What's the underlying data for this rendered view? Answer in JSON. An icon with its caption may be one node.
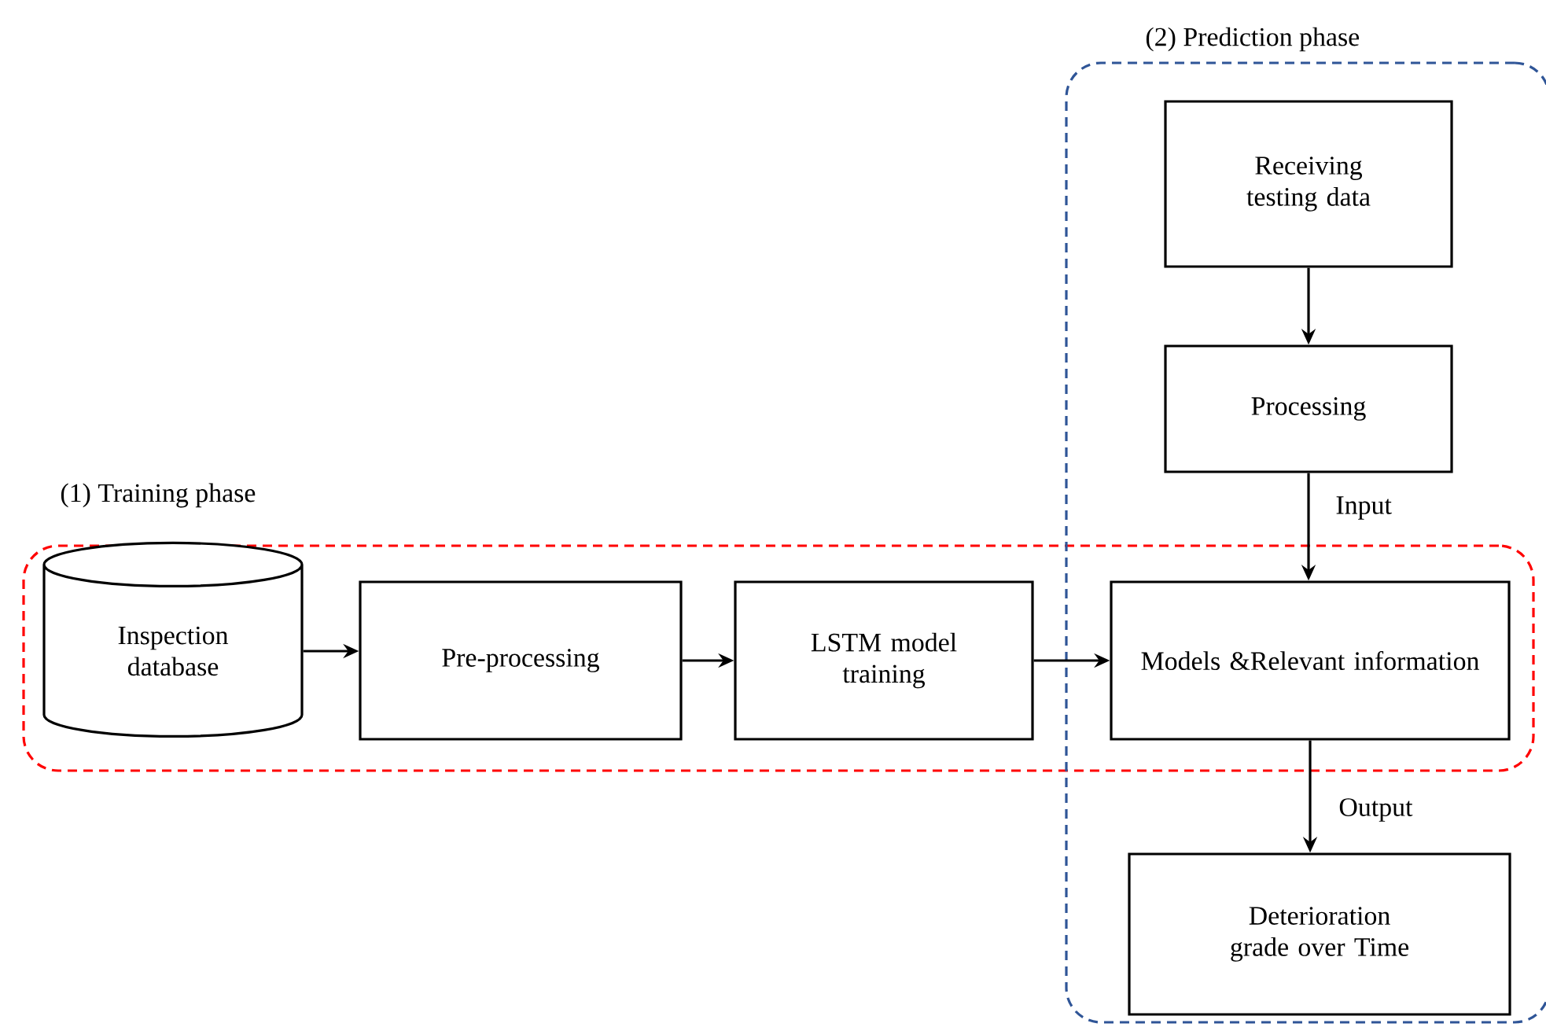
{
  "diagram": {
    "nodes": [
      {
        "text": [
          "(1) Training phase"
        ]
      },
      {
        "text": [
          "(2) Prediction phase"
        ]
      },
      {
        "text": [
          "Inspection database"
        ],
        "in": 0
      },
      {
        "text": [
          "Pre-processing"
        ],
        "in": 0
      },
      {
        "text": [
          "LSTM model training"
        ],
        "in": 0
      },
      {
        "text": [
          "Receiving testing data"
        ],
        "in": 1
      },
      {
        "text": [
          "Processing"
        ],
        "in": 1
      },
      {
        "text": [
          "Models &Relevant information"
        ]
      },
      {
        "text": [
          "Deterioration grade over Time"
        ],
        "in": 1
      }
    ],
    "edges": [
      {
        "from": 2,
        "to": 3,
        "arrow": "to"
      },
      {
        "from": 3,
        "to": 4,
        "arrow": "to"
      },
      {
        "from": 4,
        "to": 7,
        "arrow": "to"
      },
      {
        "from": 5,
        "to": 6,
        "arrow": "to"
      },
      {
        "from": 6,
        "to": 7,
        "arrow": "to",
        "label": "Input"
      },
      {
        "from": 7,
        "to": 8,
        "arrow": "to",
        "label": "Output"
      }
    ]
  }
}
